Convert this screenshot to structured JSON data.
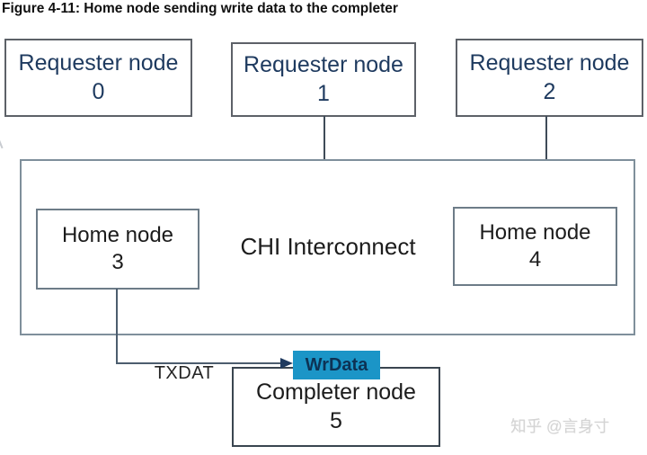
{
  "figure": {
    "title": "Figure 4-11: Home node sending write data to the completer"
  },
  "diagram": {
    "requester_nodes": [
      {
        "name": "Requester node",
        "id": "0"
      },
      {
        "name": "Requester node",
        "id": "1"
      },
      {
        "name": "Requester node",
        "id": "2"
      }
    ],
    "interconnect_label": "CHI Interconnect",
    "home_nodes": [
      {
        "name": "Home node",
        "id": "3"
      },
      {
        "name": "Home node",
        "id": "4"
      }
    ],
    "completer_node": {
      "name": "Completer node",
      "id": "5"
    },
    "flow": {
      "channel_label": "TXDAT",
      "message_label": "WrData"
    }
  },
  "colors": {
    "requester_text": "#1e3a5f",
    "node_text": "#1c1c1c",
    "interconnect_border": "#7f8f9b",
    "node_border": "#6d7c88",
    "connector": "#4c5d6e",
    "arrow": "#1f3a5f",
    "badge_background": "#1b95c7",
    "badge_text": "#0d3254",
    "watermark_gray": "#d4d4d4"
  },
  "watermark": "知乎 @言身寸"
}
